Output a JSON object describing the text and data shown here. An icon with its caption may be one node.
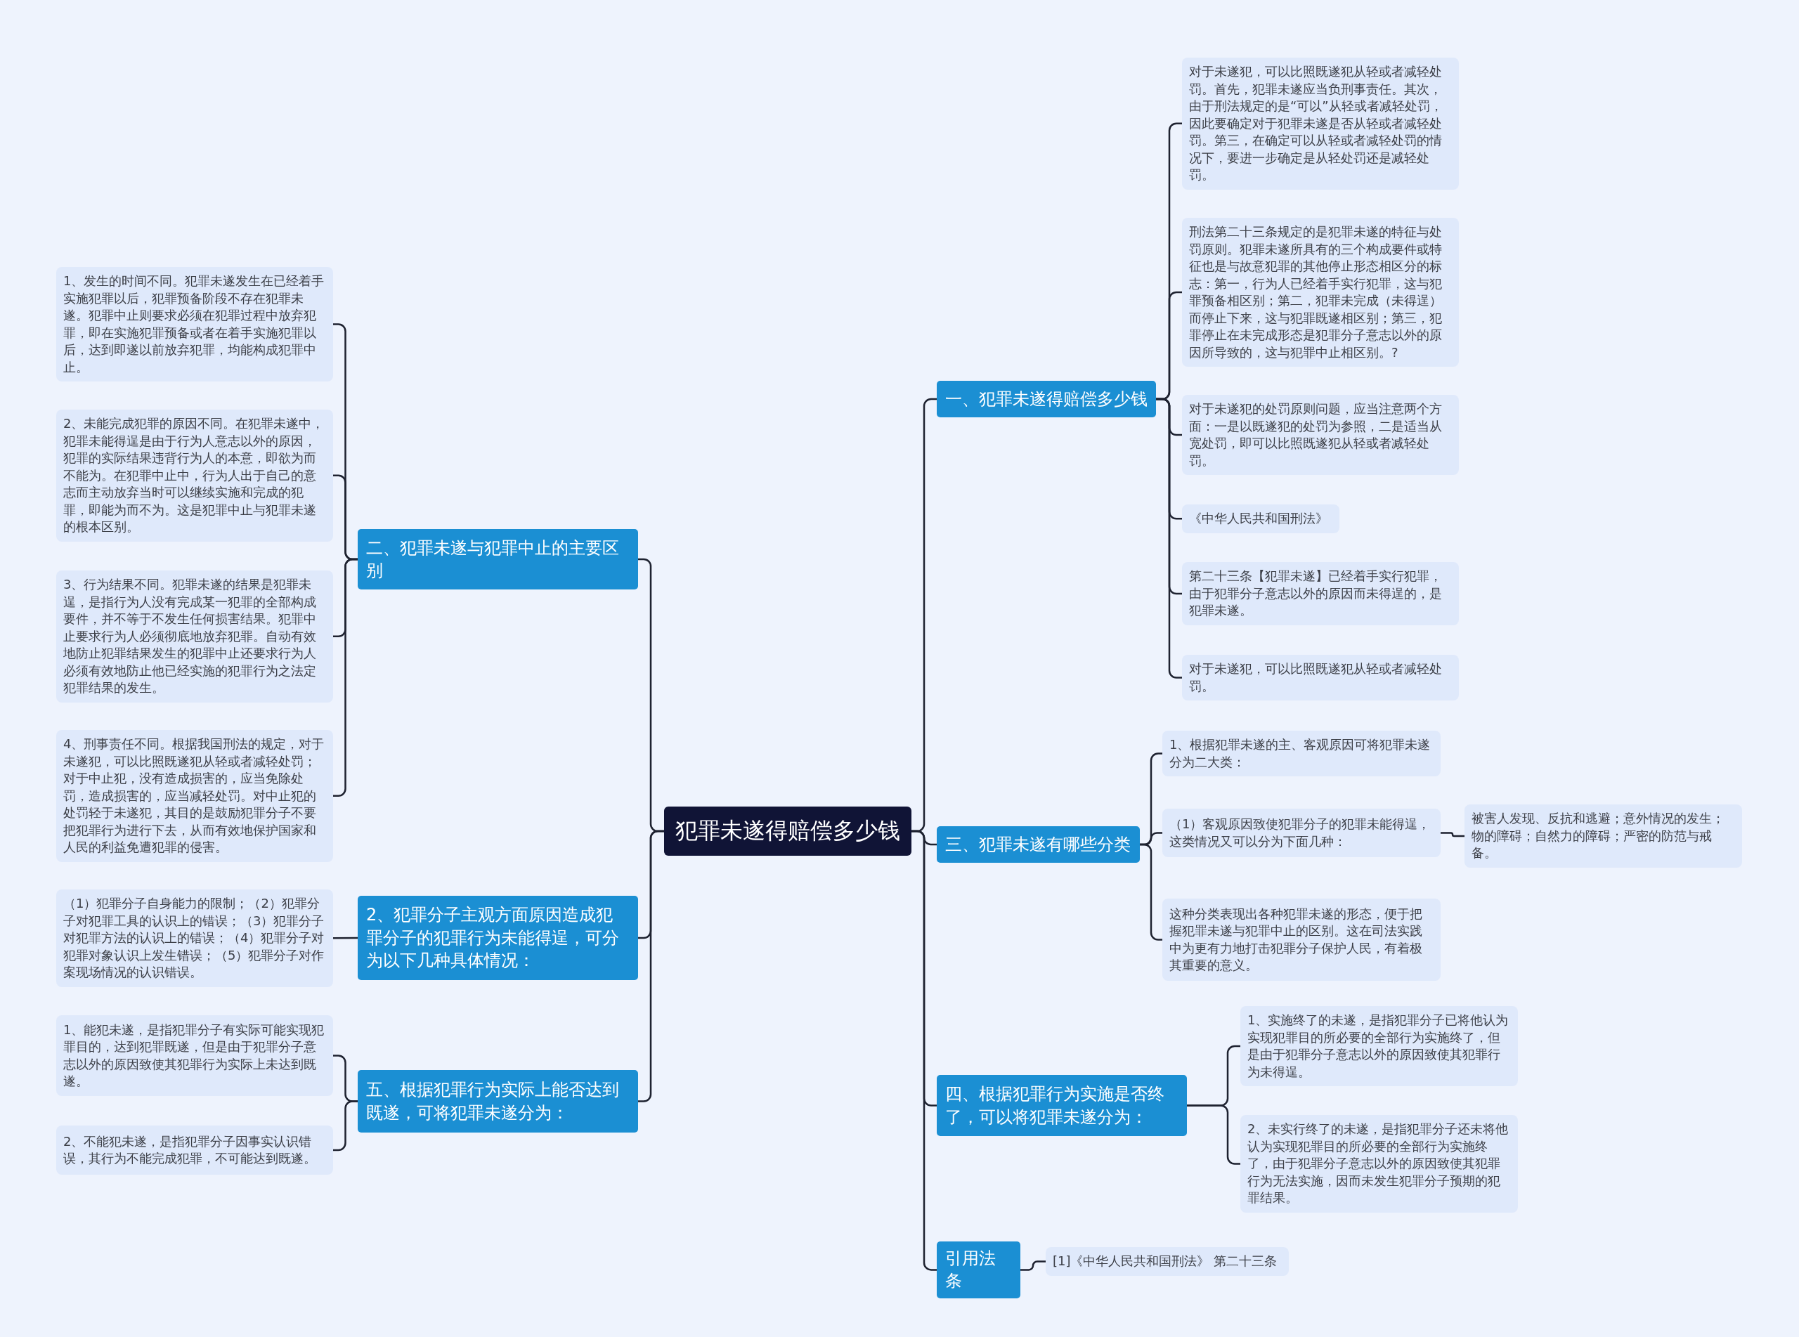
{
  "diagram": {
    "nodes": [
      {
        "text": [
          "犯罪未遂得赔偿多少钱"
        ]
      },
      {
        "text": [
          "一、犯罪未遂得赔偿多少钱"
        ]
      },
      {
        "text": [
          "对于未遂犯，可以比照既遂犯从轻或者减轻处罚。首先，犯罪未遂应当负刑事责任。其次，由于刑法规定的是“可以”从轻或者减轻处罚，因此要确定对于犯罪未遂是否从轻或者减轻处罚。第三，在确定可以从轻或者减轻处罚的情况下，要进一步确定是从轻处罚还是减轻处罚。"
        ]
      },
      {
        "text": [
          "刑法第二十三条规定的是犯罪未遂的特征与处罚原则。犯罪未遂所具有的三个构成要件或特征也是与故意犯罪的其他停止形态相区分的标志：第一，行为人已经着手实行犯罪，这与犯罪预备相区别；第二，犯罪未完成（未得逞）而停止下来，这与犯罪既遂相区别；第三，犯罪停止在未完成形态是犯罪分子意志以外的原因所导致的，这与犯罪中止相区别。?"
        ]
      },
      {
        "text": [
          "对于未遂犯的处罚原则问题，应当注意两个方面：一是以既遂犯的处罚为参照，二是适当从宽处罚，即可以比照既遂犯从轻或者减轻处罚。"
        ]
      },
      {
        "text": [
          "《中华人民共和国刑法》"
        ]
      },
      {
        "text": [
          "第二十三条【犯罪未遂】已经着手实行犯罪，由于犯罪分子意志以外的原因而未得逞的，是犯罪未遂。"
        ]
      },
      {
        "text": [
          "对于未遂犯，可以比照既遂犯从轻或者减轻处罚。"
        ]
      },
      {
        "text": [
          "三、犯罪未遂有哪些分类"
        ]
      },
      {
        "text": [
          "1、根据犯罪未遂的主、客观原因可将犯罪未遂分为二大类："
        ]
      },
      {
        "text": [
          "（1）客观原因致使犯罪分子的犯罪未能得逞，这类情况又可以分为下面几种："
        ]
      },
      {
        "text": [
          "被害人发现、反抗和逃避；意外情况的发生；物的障碍；自然力的障碍；严密的防范与戒备。"
        ]
      },
      {
        "text": [
          "这种分类表现出各种犯罪未遂的形态，便于把握犯罪未遂与犯罪中止的区别。这在司法实践中为更有力地打击犯罪分子保护人民，有着极其重要的意义。"
        ]
      },
      {
        "text": [
          "四、根据犯罪行为实施是否终了，可以将犯罪未遂分为："
        ]
      },
      {
        "text": [
          "1、实施终了的未遂，是指犯罪分子已将他认为实现犯罪目的所必要的全部行为实施终了，但是由于犯罪分子意志以外的原因致使其犯罪行为未得逞。"
        ]
      },
      {
        "text": [
          "2、未实行终了的未遂，是指犯罪分子还未将他认为实现犯罪目的所必要的全部行为实施终了，由于犯罪分子意志以外的原因致使其犯罪行为无法实施，因而未发生犯罪分子预期的犯罪结果。"
        ]
      },
      {
        "text": [
          "引用法条"
        ]
      },
      {
        "text": [
          "[1]《中华人民共和国刑法》 第二十三条"
        ]
      },
      {
        "text": [
          "二、犯罪未遂与犯罪中止的主要区别"
        ]
      },
      {
        "text": [
          "1、发生的时间不同。犯罪未遂发生在已经着手实施犯罪以后，犯罪预备阶段不存在犯罪未遂。犯罪中止则要求必须在犯罪过程中放弃犯罪，即在实施犯罪预备或者在着手实施犯罪以后，达到即遂以前放弃犯罪，均能构成犯罪中止。"
        ]
      },
      {
        "text": [
          "2、未能完成犯罪的原因不同。在犯罪未遂中，犯罪未能得逞是由于行为人意志以外的原因，犯罪的实际结果违背行为人的本意，即欲为而不能为。在犯罪中止中，行为人出于自己的意志而主动放弃当时可以继续实施和完成的犯罪，即能为而不为。这是犯罪中止与犯罪未遂的根本区别。"
        ]
      },
      {
        "text": [
          "3、行为结果不同。犯罪未遂的结果是犯罪未逞，是指行为人没有完成某一犯罪的全部构成要件，并不等于不发生任何损害结果。犯罪中止要求行为人必须彻底地放弃犯罪。自动有效地防止犯罪结果发生的犯罪中止还要求行为人必须有效地防止他已经实施的犯罪行为之法定犯罪结果的发生。"
        ]
      },
      {
        "text": [
          "4、刑事责任不同。根据我国刑法的规定，对于未遂犯，可以比照既遂犯从轻或者减轻处罚；对于中止犯，没有造成损害的，应当免除处罚，造成损害的，应当减轻处罚。对中止犯的处罚轻于未遂犯，其目的是鼓励犯罪分子不要把犯罪行为进行下去，从而有效地保护国家和人民的利益免遭犯罪的侵害。"
        ]
      },
      {
        "text": [
          "2、犯罪分子主观方面原因造成犯罪分子的犯罪行为未能得逞，可分为以下几种具体情况："
        ]
      },
      {
        "text": [
          "（1）犯罪分子自身能力的限制；（2）犯罪分子对犯罪工具的认识上的错误；（3）犯罪分子对犯罪方法的认识上的错误；（4）犯罪分子对犯罪对象认识上发生错误；（5）犯罪分子对作案现场情况的认识错误。"
        ]
      },
      {
        "text": [
          "五、根据犯罪行为实际上能否达到既遂，可将犯罪未遂分为："
        ]
      },
      {
        "text": [
          "1、能犯未遂，是指犯罪分子有实际可能实现犯罪目的，达到犯罪既遂，但是由于犯罪分子意志以外的原因致使其犯罪行为实际上未达到既遂。"
        ]
      },
      {
        "text": [
          "2、不能犯未遂，是指犯罪分子因事实认识错误，其行为不能完成犯罪，不可能达到既遂。"
        ]
      }
    ],
    "edges": [
      {
        "from": 0,
        "to": 1,
        "arrow": "none"
      },
      {
        "from": 1,
        "to": 2,
        "arrow": "none"
      },
      {
        "from": 1,
        "to": 3,
        "arrow": "none"
      },
      {
        "from": 1,
        "to": 4,
        "arrow": "none"
      },
      {
        "from": 1,
        "to": 5,
        "arrow": "none"
      },
      {
        "from": 1,
        "to": 6,
        "arrow": "none"
      },
      {
        "from": 1,
        "to": 7,
        "arrow": "none"
      },
      {
        "from": 0,
        "to": 8,
        "arrow": "none"
      },
      {
        "from": 8,
        "to": 9,
        "arrow": "none"
      },
      {
        "from": 8,
        "to": 10,
        "arrow": "none"
      },
      {
        "from": 10,
        "to": 11,
        "arrow": "none"
      },
      {
        "from": 8,
        "to": 12,
        "arrow": "none"
      },
      {
        "from": 0,
        "to": 13,
        "arrow": "none"
      },
      {
        "from": 13,
        "to": 14,
        "arrow": "none"
      },
      {
        "from": 13,
        "to": 15,
        "arrow": "none"
      },
      {
        "from": 0,
        "to": 16,
        "arrow": "none"
      },
      {
        "from": 16,
        "to": 17,
        "arrow": "none"
      },
      {
        "from": 0,
        "to": 18,
        "arrow": "none"
      },
      {
        "from": 18,
        "to": 19,
        "arrow": "none"
      },
      {
        "from": 18,
        "to": 20,
        "arrow": "none"
      },
      {
        "from": 18,
        "to": 21,
        "arrow": "none"
      },
      {
        "from": 18,
        "to": 22,
        "arrow": "none"
      },
      {
        "from": 0,
        "to": 23,
        "arrow": "none"
      },
      {
        "from": 23,
        "to": 24,
        "arrow": "none"
      },
      {
        "from": 0,
        "to": 25,
        "arrow": "none"
      },
      {
        "from": 25,
        "to": 26,
        "arrow": "none"
      },
      {
        "from": 25,
        "to": 27,
        "arrow": "none"
      }
    ]
  }
}
